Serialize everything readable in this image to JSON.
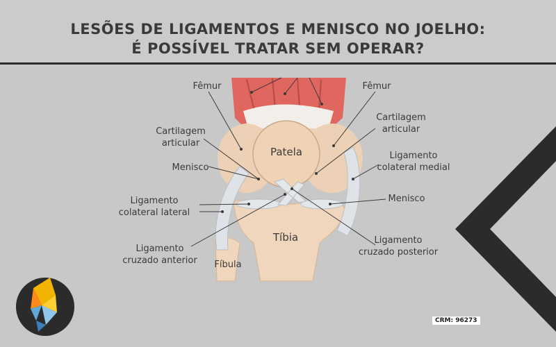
{
  "header": {
    "title_line1": "LESÕES DE LIGAMENTOS E MENISCO NO JOELHO:",
    "title_line2": "É POSSÍVEL TRATAR SEM OPERAR?"
  },
  "labels": {
    "femur_left": "Fêmur",
    "femur_right": "Fêmur",
    "cartilage_left_1": "Cartilagem",
    "cartilage_left_2": "articular",
    "cartilage_right_1": "Cartilagem",
    "cartilage_right_2": "articular",
    "menisco_left": "Menisco",
    "menisco_right": "Menisco",
    "lig_medial_1": "Ligamento",
    "lig_medial_2": "colateral medial",
    "lig_lateral_1": "Ligamento",
    "lig_lateral_2": "colateral lateral",
    "lig_anterior_1": "Ligamento",
    "lig_anterior_2": "cruzado anterior",
    "lig_posterior_1": "Ligamento",
    "lig_posterior_2": "cruzado posterior",
    "patela": "Patela",
    "tibia": "Tíbia",
    "fibula": "Fíbula"
  },
  "footer": {
    "crm": "CRM: 96273"
  },
  "colors": {
    "background": "#c8c8c8",
    "chevron": "#2b2b2b",
    "muscle": "#e0675f",
    "bone": "#f0d6bc",
    "ligament": "#d8dde2"
  },
  "icons": {
    "logo": "geometric-bird-logo-icon",
    "chevron": "left-chevron-icon"
  }
}
